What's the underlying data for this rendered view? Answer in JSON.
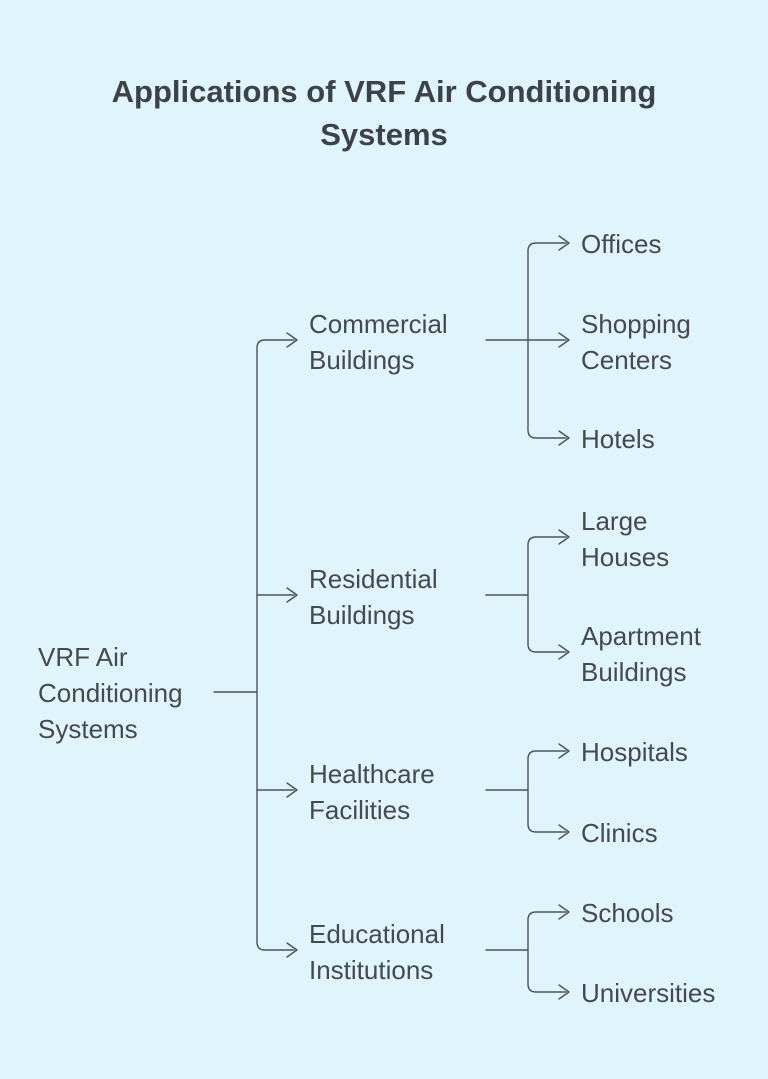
{
  "title": "Applications of VRF Air Conditioning Systems",
  "colors": {
    "background": "#e0f4fb",
    "line": "#4d5358",
    "text": "#46494d",
    "title": "#3c4247"
  },
  "tree": {
    "root": {
      "label": "VRF Air Conditioning Systems"
    },
    "categories": [
      {
        "label": "Commercial Buildings",
        "children": [
          {
            "label": "Offices"
          },
          {
            "label": "Shopping Centers"
          },
          {
            "label": "Hotels"
          }
        ]
      },
      {
        "label": "Residential Buildings",
        "children": [
          {
            "label": "Large Houses"
          },
          {
            "label": "Apartment Buildings"
          }
        ]
      },
      {
        "label": "Healthcare Facilities",
        "children": [
          {
            "label": "Hospitals"
          },
          {
            "label": "Clinics"
          }
        ]
      },
      {
        "label": "Educational Institutions",
        "children": [
          {
            "label": "Schools"
          },
          {
            "label": "Universities"
          }
        ]
      }
    ]
  }
}
